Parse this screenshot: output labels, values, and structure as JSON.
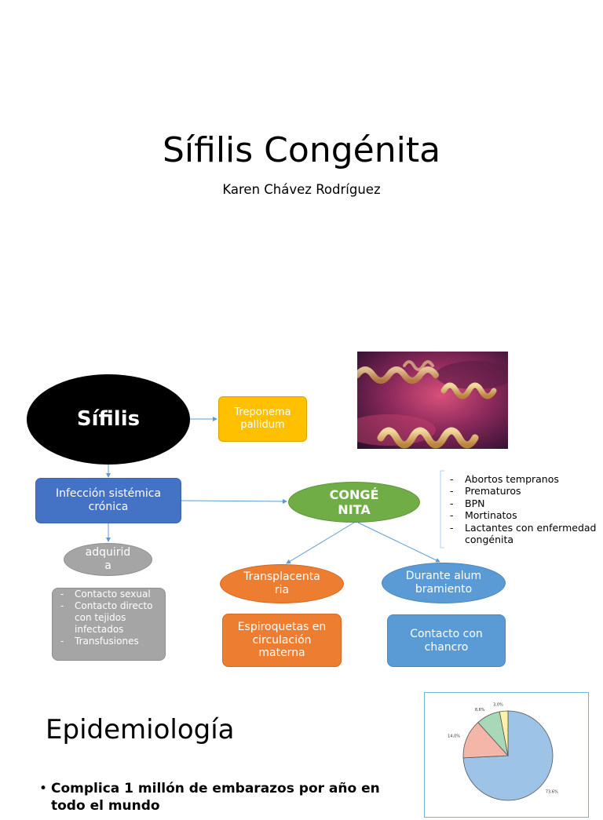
{
  "slide": {
    "title": "Sífilis Congénita",
    "author": "Karen Chávez Rodríguez"
  },
  "diagram": {
    "root": "Sífilis",
    "agent": "Treponema pallidum",
    "infection": "Infección sistémica crónica",
    "congenital": "CONGÉNITA",
    "acquired": "adquirida",
    "acquired_items": [
      "Contacto sexual",
      "Contacto directo con tejidos infectados",
      "Transfusiones"
    ],
    "congenital_items": [
      "Abortos tempranos",
      "Prematuros",
      "BPN",
      "Mortinatos",
      "Lactantes con enfermedad congénita"
    ],
    "route_transplacental": "Transplacentaria",
    "route_birth": "Durante alumbramiento",
    "transplacental_detail": "Espiroquetas en circulación materna",
    "birth_detail": "Contacto con chancro"
  },
  "colors": {
    "root": "#000000",
    "agent": "#ffc000",
    "infection": "#4472c4",
    "congenital": "#70ad47",
    "acquired": "#a5a5a5",
    "transplacental": "#ed7d31",
    "birth": "#5b9bd5",
    "connector": "#5b9bd5"
  },
  "image": {
    "icon": "spirochete-illustration"
  },
  "epidemiology": {
    "heading": "Epidemiología",
    "bullet": "Complica 1 millón de embarazos por año en todo el mundo"
  },
  "chart_data": {
    "type": "pie",
    "title": "",
    "slices": [
      {
        "label": "73,6%",
        "value": 73.6,
        "color": "#9dc3e6"
      },
      {
        "label": "14,0%",
        "value": 14.0,
        "color": "#f4b6a8"
      },
      {
        "label": "8,6%",
        "value": 8.6,
        "color": "#a9d8b8"
      },
      {
        "label": "3,0%",
        "value": 3.0,
        "color": "#fff2a8"
      }
    ],
    "legend": "none"
  }
}
